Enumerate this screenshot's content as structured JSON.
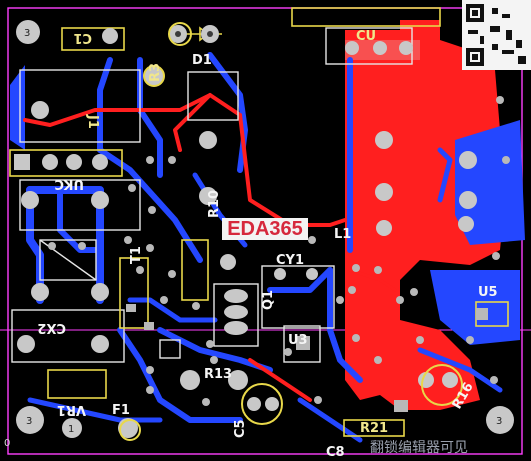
{
  "board": {
    "watermark_box": "EDA365",
    "watermark_text": "翻锁编辑器可见",
    "colors": {
      "background": "#000000",
      "top_copper": "#ff1f1f",
      "bottom_copper": "#2447ff",
      "silkscreen": "#e8d84a",
      "board_outline": "#ff40ff"
    }
  },
  "designators": {
    "r3": "R3",
    "d1": "D1",
    "cu": "CU",
    "j1": "J1",
    "ukc": "UKC",
    "cx2": "CX2",
    "vr1": "VR1",
    "f1": "F1",
    "l1": "L1",
    "t1": "T1",
    "cy1": "CY1",
    "u3": "U3",
    "r13": "R13",
    "c5": "C5",
    "c8": "C8",
    "u5": "U5",
    "r10": "R10",
    "r16": "R16",
    "q1": "Q1",
    "r21": "R21",
    "c1": "C1"
  },
  "pads": {
    "pin3_top": "3",
    "pin1_bottom": "1",
    "pin3_bottom": "3",
    "pin1_corner": "0"
  }
}
